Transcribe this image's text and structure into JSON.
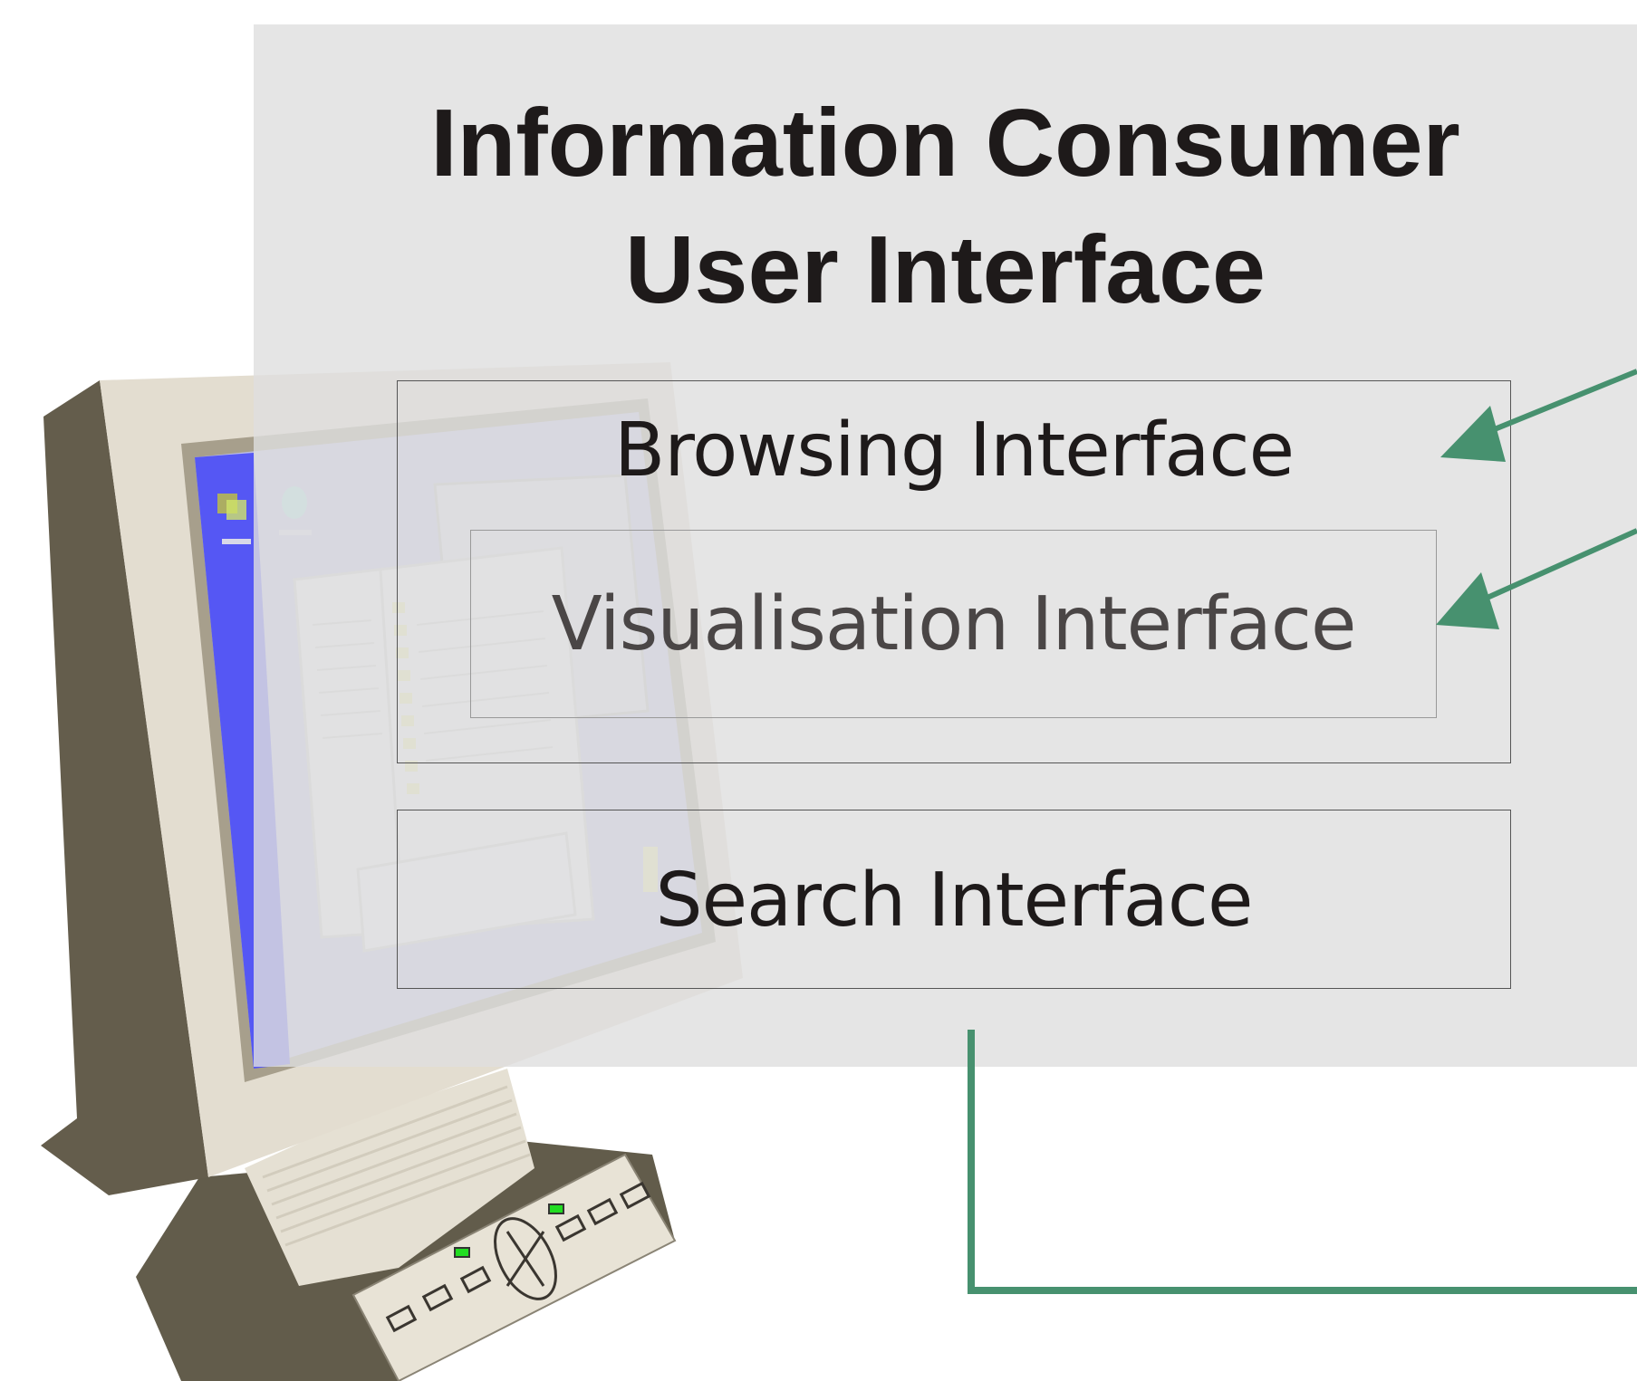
{
  "diagram": {
    "title_line_1": "Information Consumer",
    "title_line_2": "User Interface",
    "components": {
      "browsing": "Browsing Interface",
      "visualisation": "Visualisation Interface",
      "search": "Search Interface"
    },
    "colors": {
      "panel": "#e1e1e1",
      "connector": "#47916f",
      "text": "#1e1a1a",
      "monitor_screen": "#bcbde6",
      "monitor_bezel": "#e3ddd0",
      "led": "#22dd22"
    },
    "icons": [
      "computer-monitor-icon"
    ]
  }
}
